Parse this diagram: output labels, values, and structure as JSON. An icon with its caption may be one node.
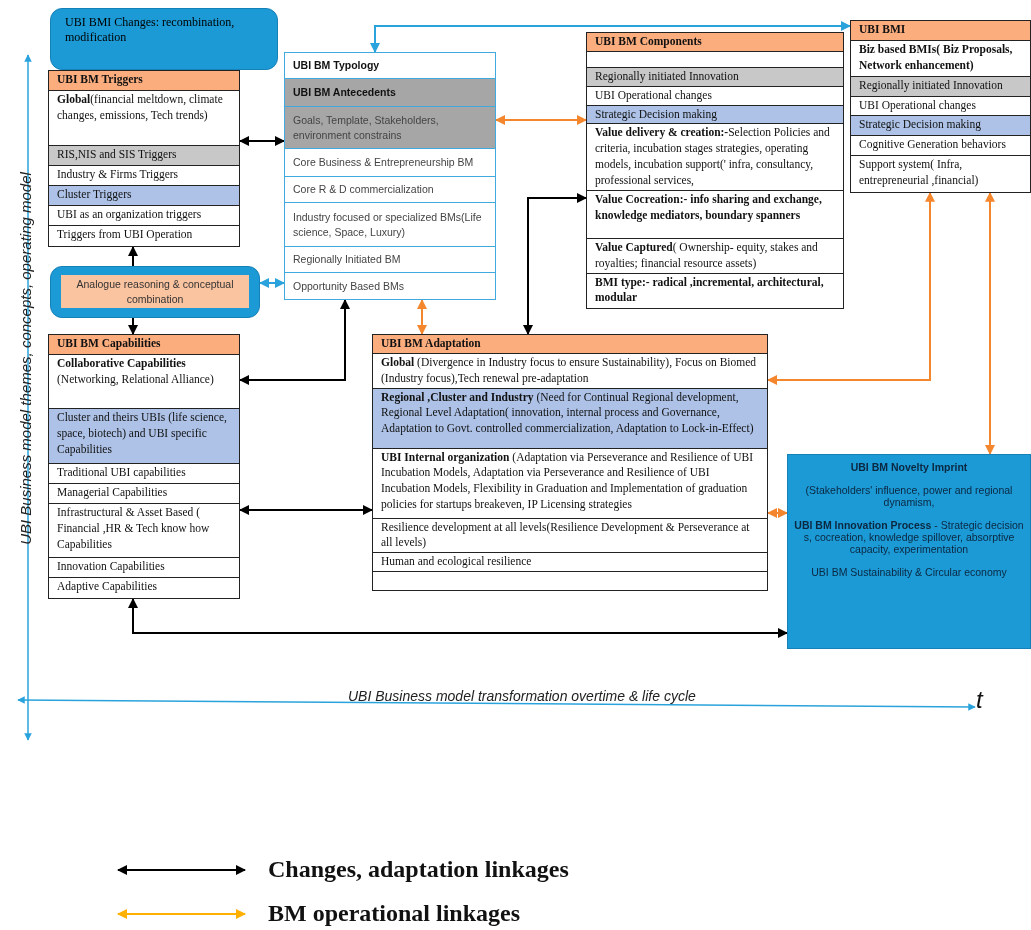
{
  "diagram": {
    "nodes": [
      {
        "text": [
          "UBI BMI Changes: recombination, modification"
        ]
      },
      {
        "text": [
          "UBI BM Triggers",
          "**Global**(financial meltdown, climate changes, emissions, Tech trends)",
          "RIS,NIS and SIS Triggers",
          "Industry & Firms Triggers",
          "Cluster Triggers",
          "UBI as an organization triggers",
          "Triggers from UBI Operation"
        ]
      },
      {
        "text": [
          "Analogue reasoning & conceptual combination"
        ]
      },
      {
        "text": [
          "UBI BM Typology",
          "UBI BM Antecedents",
          "Goals, Template, Stakeholders, environment constrains",
          "Core Business & Entrepreneurship BM",
          "Core R & D commercialization",
          "Industry focused or specialized BMs(Life science, Space, Luxury)",
          "Regionally Initiated BM",
          "Opportunity Based BMs"
        ]
      },
      {
        "text": [
          "UBI BM Components",
          "Regionally initiated Innovation",
          "UBI Operational changes",
          "Strategic Decision making",
          "**Value delivery & creation:-**Selection Policies and criteria, incubation stages strategies, operating models, incubation support(' infra, consultancy, professional services,",
          "Value Cocreation:- info sharing and exchange, knowledge mediators, boundary spanners",
          "**Value Captured**( Ownership- equity, stakes and royalties; financial resource assets)",
          "BMI type:- radical ,incremental, architectural, modular"
        ]
      },
      {
        "text": [
          "UBI BMI",
          "Biz based BMIs( Biz Proposals, Network enhancement)",
          "Regionally initiated Innovation",
          "UBI Operational changes",
          "Strategic Decision making",
          "Cognitive Generation behaviors",
          "Support system( Infra, entrepreneurial ,financial)"
        ]
      },
      {
        "text": [
          "UBI BM Capabilities",
          "**Collaborative Capabilities** (Networking, Relational Alliance)",
          "Cluster and theirs UBIs (life science, space, biotech) and UBI specific Capabilities",
          "Traditional UBI capabilities",
          "Managerial Capabilities",
          "Infrastructural & Asset Based ( Financial ,HR & Tech know how Capabilities",
          "Innovation Capabilities",
          "Adaptive Capabilities"
        ]
      },
      {
        "text": [
          "UBI BM Adaptation",
          "**Global** (Divergence in Industry focus to ensure Sustainability), Focus on Biomed (Industry focus),Tech renewal pre-adaptation",
          "**Regional ,Cluster and Industry** (Need for Continual Regional development, Regional Level Adaptation( innovation, internal process and Governance, Adaptation to Govt. controlled commercialization, Adaptation to Lock-in-Effect)",
          "**UBI Internal organization** (Adaptation via Perseverance and Resilience of UBI Incubation Models, Adaptation via Perseverance and Resilience of UBI Incubation Models, Flexibility in Graduation and Implementation of graduation policies for startups breakeven, IP Licensing strategies",
          "Resilience development at all levels(Resilience Development & Perseverance at all levels)",
          "Human and ecological resilience"
        ]
      },
      {
        "text": [
          "UBI BM Novelty Imprint",
          "(Stakeholders' influence, power and regional dynamism,",
          "**UBI BM Innovation Process** - Strategic decision s, cocreation, knowledge spillover, absorptive capacity, experimentation",
          "UBI BM Sustainability & Circular economy"
        ]
      }
    ],
    "edges": [
      {
        "from": 1,
        "to": 3,
        "arrow": "both"
      },
      {
        "from": 2,
        "to": 1,
        "arrow": "to"
      },
      {
        "from": 2,
        "to": 6,
        "arrow": "to"
      },
      {
        "from": 2,
        "to": 3,
        "arrow": "both",
        "color": "#2aa3dc"
      },
      {
        "from": 3,
        "to": 4,
        "arrow": "both",
        "color": "#f4862e"
      },
      {
        "from": 3,
        "to": 5,
        "arrow": "both",
        "color": "#2aa3dc"
      },
      {
        "from": 3,
        "to": 6,
        "arrow": "both"
      },
      {
        "from": 3,
        "to": 7,
        "arrow": "both",
        "color": "#f4862e"
      },
      {
        "from": 4,
        "to": 7,
        "arrow": "both"
      },
      {
        "from": 5,
        "to": 7,
        "arrow": "both",
        "color": "#f4862e"
      },
      {
        "from": 5,
        "to": 8,
        "arrow": "both",
        "color": "#f4862e"
      },
      {
        "from": 6,
        "to": 7,
        "arrow": "both"
      },
      {
        "from": 7,
        "to": 8,
        "arrow": "both",
        "color": "#f4862e"
      },
      {
        "from": 6,
        "to": 8,
        "arrow": "both"
      }
    ],
    "labels": [
      "UBI Business model themes, concepts, operating model",
      "UBI Business model transformation overtime & life cycle",
      "t"
    ],
    "legend": [
      {
        "text": "Changes, adaptation linkages"
      },
      {
        "text": "BM operational linkages"
      }
    ]
  }
}
